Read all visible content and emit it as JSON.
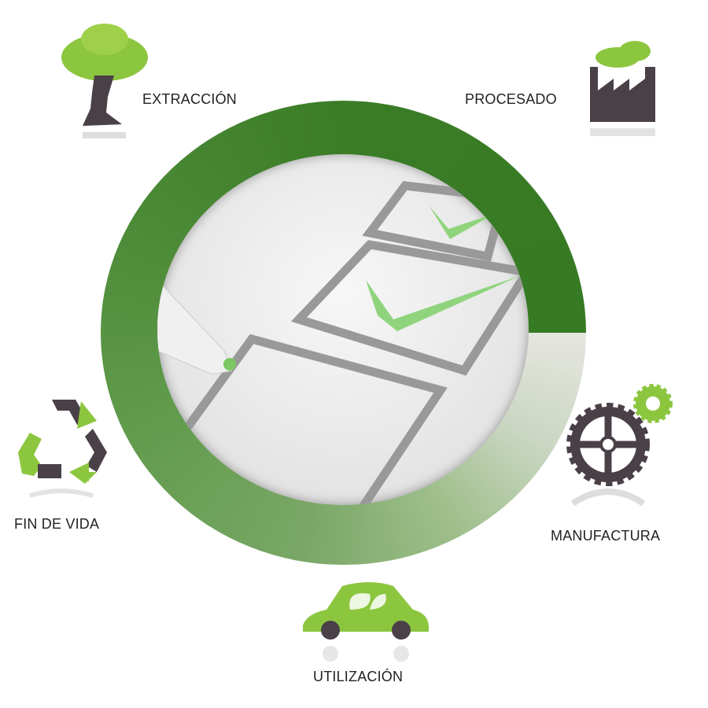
{
  "stages": {
    "extraction": "EXTRACCIÓN",
    "processing": "PROCESADO",
    "manufacturing": "MANUFACTURA",
    "usage": "UTILIZACIÓN",
    "end_of_life": "FIN DE VIDA"
  },
  "colors": {
    "ring_dark": "#3b7c27",
    "accent_green": "#8cc63f",
    "icon_grey": "#4a4048"
  }
}
